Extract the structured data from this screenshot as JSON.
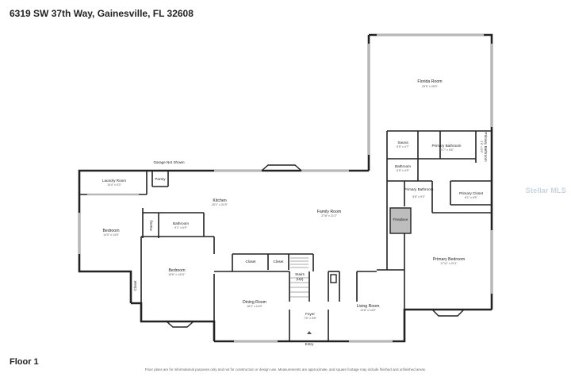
{
  "address": "6319 SW 37th Way, Gainesville, FL 32608",
  "floor": "Floor 1",
  "note_garage": "Garage Not Shown",
  "disclaimer": "Floor plans are for informational purposes only and not for construction or design use. Measurements are approximate, and square footage may include finished and unfinished areas.",
  "watermark": "Stellar MLS",
  "colors": {
    "wall": "#222222",
    "window": "#b8b8b8",
    "fireplace": "#bdbdbd",
    "background": "#ffffff"
  },
  "rooms": {
    "florida_room": {
      "name": "Florida Room",
      "dim": "25'5\" x 28'3\""
    },
    "sauna": {
      "name": "Sauna",
      "dim": "6'5\" x 4'7\""
    },
    "primary_bathroom": {
      "name": "Primary Bathroom",
      "dim": "10'7\" x 6'6\""
    },
    "primary_bathroom_2": {
      "name": "Primary Bathroom",
      "dim": "3'6\" x 8'6\""
    },
    "bathroom_a": {
      "name": "Bathroom",
      "dim": "6'5\" x 4'9\""
    },
    "primary_bathroom_3": {
      "name": "Primary Bathroom",
      "dim": "5'8\" x 5'3\""
    },
    "primary_closet": {
      "name": "Primary Closet",
      "dim": "8'1\" x 6'6\""
    },
    "laundry_room": {
      "name": "Laundry Room",
      "dim": "14'4\" x 5'3\""
    },
    "pantry": {
      "name": "Pantry"
    },
    "pantry_2": {
      "name": "Pantry"
    },
    "kitchen": {
      "name": "Kitchen",
      "dim": "20'1\" x 21'5\""
    },
    "family_room": {
      "name": "Family Room",
      "dim": "27'8\" x 21'2\""
    },
    "fireplace": {
      "name": "Fireplace"
    },
    "bedroom_a": {
      "name": "Bedroom",
      "dim": "14'0\" x 14'5\""
    },
    "bathroom_b": {
      "name": "Bathroom",
      "dim": "9'1\" x 6'9\""
    },
    "bedroom_b": {
      "name": "Bedroom",
      "dim": "15'6\" x 14'11\""
    },
    "closet_a": {
      "name": "Closet"
    },
    "closet_b": {
      "name": "Closet"
    },
    "closet_c": {
      "name": "Closet"
    },
    "stairs": {
      "name": "Stairs",
      "sub": "(Up)"
    },
    "primary_bedroom": {
      "name": "Primary Bedroom",
      "dim": "17'11\" x 21'1\""
    },
    "dining_room": {
      "name": "Dining Room",
      "dim": "16'2\" x 14'0\""
    },
    "foyer": {
      "name": "Foyer",
      "dim": "7'5\" x 5'8\""
    },
    "living_room": {
      "name": "Living Room",
      "dim": "13'8\" x 14'5\""
    },
    "entry": {
      "name": "Entry"
    }
  }
}
